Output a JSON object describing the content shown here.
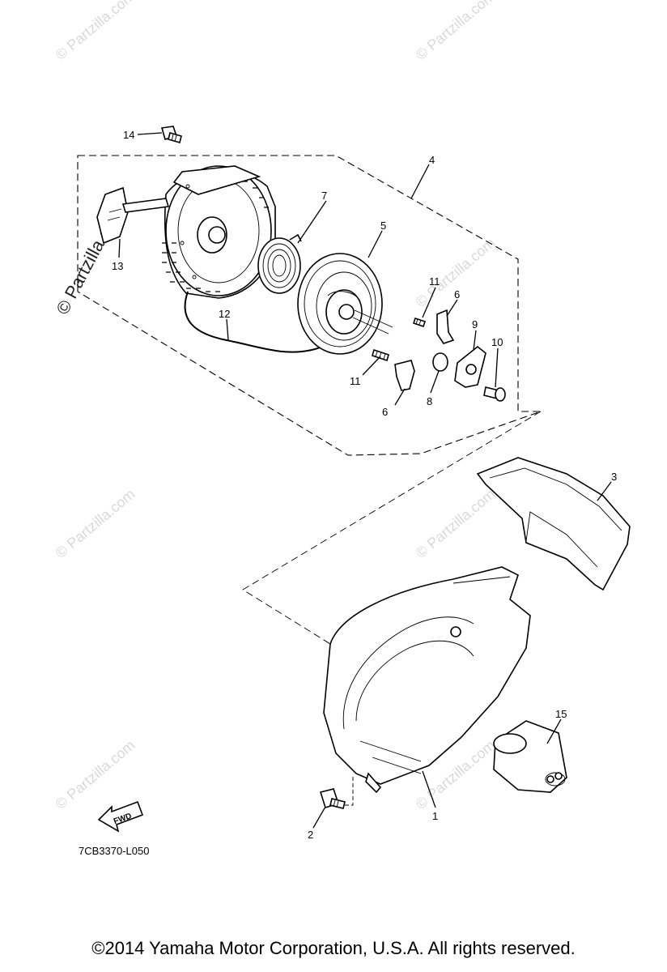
{
  "diagram": {
    "figure_code": "7CB3370-L050",
    "fwd_label": "FWD",
    "copyright": "©2014  Yamaha Motor Corporation, U.S.A. All rights reserved.",
    "watermark": "© Partzilla.com",
    "callouts": {
      "c1": "1",
      "c2": "2",
      "c3": "3",
      "c4": "4",
      "c5": "5",
      "c6a": "6",
      "c6b": "6",
      "c7": "7",
      "c8": "8",
      "c9": "9",
      "c10": "10",
      "c11a": "11",
      "c11b": "11",
      "c12": "12",
      "c13": "13",
      "c14": "14",
      "c15": "15"
    }
  }
}
